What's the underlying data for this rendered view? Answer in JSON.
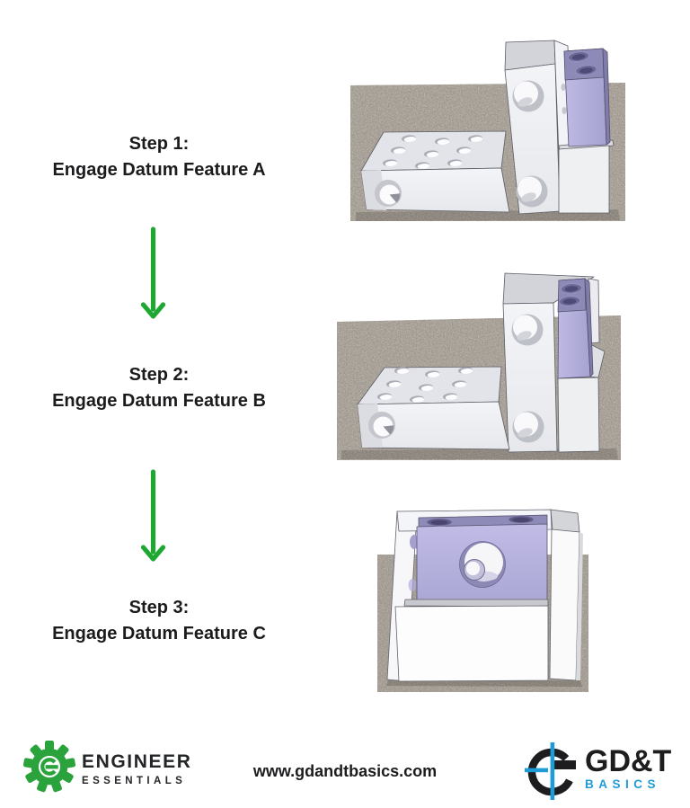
{
  "diagram": {
    "steps": [
      {
        "title": "Step 1:",
        "subtitle": "Engage Datum Feature A",
        "alt": "Workpiece tilted against fixture, resting on granite surface plate (datum A engaged)"
      },
      {
        "title": "Step 2:",
        "subtitle": "Engage Datum Feature B",
        "alt": "Workpiece seated flush against vertical fixture face (datum B engaged)"
      },
      {
        "title": "Step 3:",
        "subtitle": "Engage Datum Feature C",
        "alt": "Front view, workpiece fully seated in fixture corner (datum C engaged)"
      }
    ]
  },
  "footer": {
    "website": "www.gdandtbasics.com",
    "engineer_essentials": {
      "line1": "ENGINEER",
      "line2": "ESSENTIALS"
    },
    "gdt_basics": {
      "line1": "GD&T",
      "line2": "BASICS"
    }
  },
  "colors": {
    "arrow_green": "#1ea832",
    "gear_green": "#2aa33c",
    "gdt_blue": "#1f9bd7",
    "workpiece_purple": "#b5b1dc",
    "fixture_white": "#eff0f3",
    "granite_gray": "#a49e94",
    "text_black": "#1c1c1e"
  }
}
